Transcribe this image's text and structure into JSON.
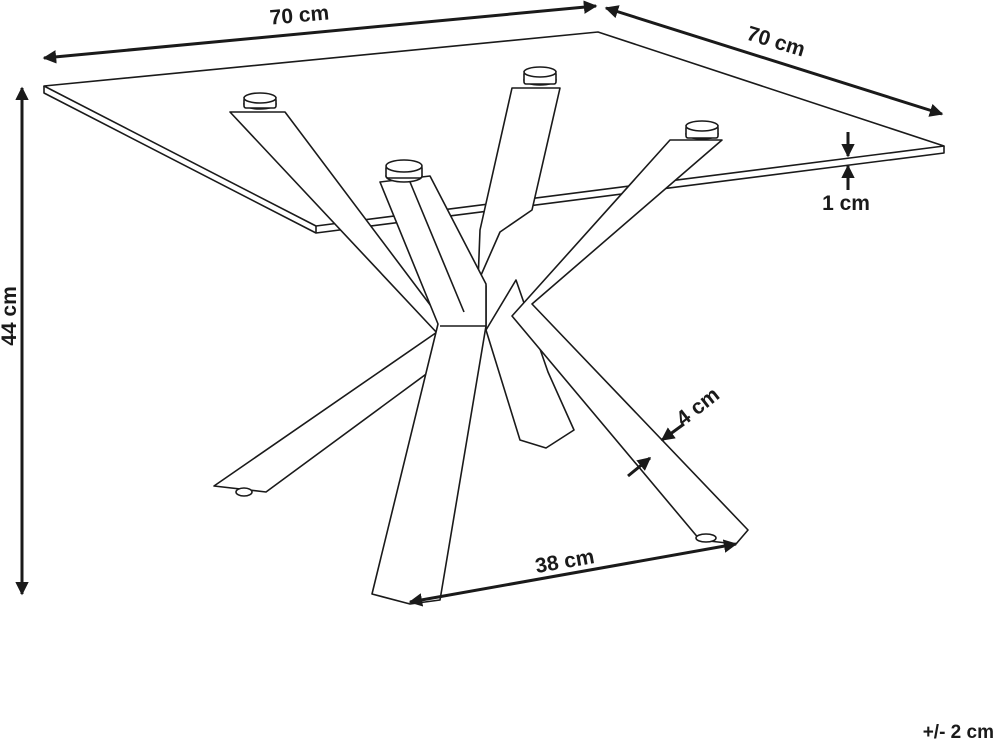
{
  "dimensions": {
    "top_width": "70 cm",
    "top_depth": "70 cm",
    "glass_thickness": "1 cm",
    "height": "44 cm",
    "leg_width": "4 cm",
    "foot_span": "38 cm"
  },
  "tolerance": "+/- 2 cm"
}
